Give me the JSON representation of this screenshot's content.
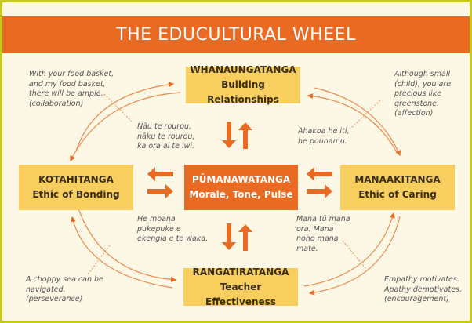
{
  "title": "THE EDUCULTURAL WHEEL",
  "boxes": {
    "top": {
      "title": "WHANAUNGATANGA",
      "subtitle": "Building Relationships"
    },
    "left": {
      "title": "KOTAHITANGA",
      "subtitle": "Ethic of Bonding"
    },
    "center": {
      "title": "PŪMANAWATANGA",
      "subtitle": "Morale, Tone, Pulse"
    },
    "right": {
      "title": "MANAAKITANGA",
      "subtitle": "Ethic of Caring"
    },
    "bottom": {
      "title": "RANGATIRATANGA",
      "subtitle": "Teacher Effectiveness"
    }
  },
  "notes": {
    "top_left_en": "With your food basket,\nand my food basket,\nthere will be ample.\n(collaboration)",
    "top_left_mi": "Nāu te rourou,\nnāku te rourou,\nka ora ai te iwi.",
    "top_right_en": "Although small\n(child), you are\nprecious like\ngreenstone.\n(affection)",
    "top_right_mi": "Ahakoa he iti,\nhe pounamu.",
    "bottom_left_mi": "He moana\npukepuke e\nekengia e te waka.",
    "bottom_left_en": "A choppy sea can be\nnavigated.\n(perseverance)",
    "bottom_right_mi": "Mana tū mana\nora. Mana\nnoho mana\nmate.",
    "bottom_right_en": "Empathy motivates.\nApathy demotivates.\n(encouragement)"
  },
  "colors": {
    "accent": "#e96a23",
    "box": "#f8cf5f",
    "border": "#c5c91c",
    "background": "#fdf7e6"
  }
}
